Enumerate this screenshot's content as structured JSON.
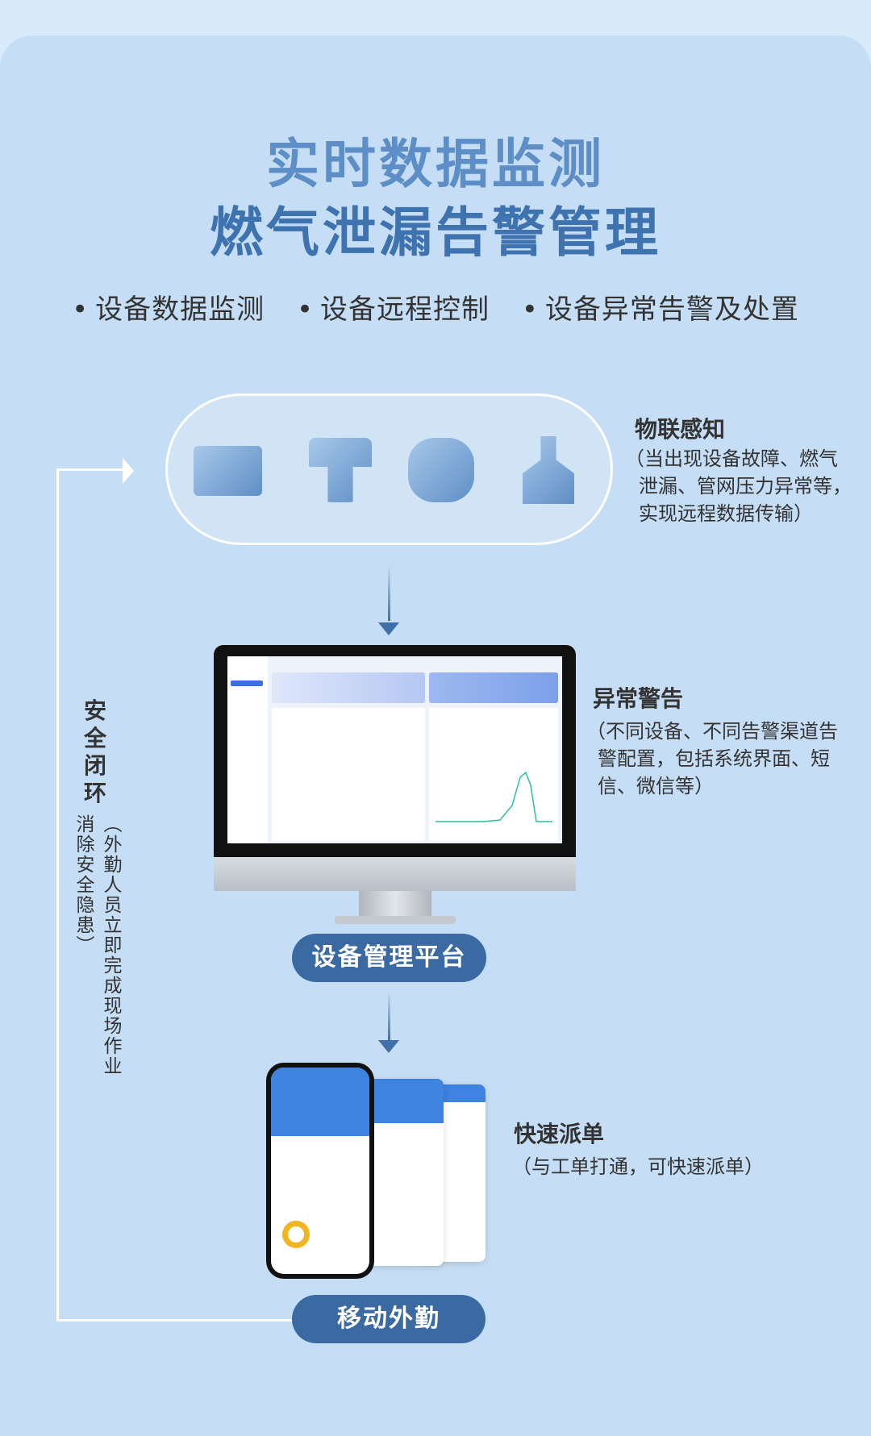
{
  "header": {
    "title_line1": "实时数据监测",
    "title_line2": "燃气泄漏告警管理",
    "features": [
      "设备数据监测",
      "设备远程控制",
      "设备异常告警及处置"
    ]
  },
  "iot": {
    "title": "物联感知",
    "desc_lines": [
      "（当出现设备故障、燃气",
      "泄漏、管网压力异常等，",
      "实现远程数据传输）"
    ]
  },
  "alarm": {
    "title": "异常警告",
    "desc_lines": [
      "（不同设备、不同告警渠道告",
      "警配置，包括系统界面、短",
      "信、微信等）"
    ]
  },
  "platform": {
    "badge": "设备管理平台"
  },
  "dispatch": {
    "title": "快速派单",
    "desc": "（与工单打通，可快速派单）"
  },
  "mobile": {
    "badge": "移动外勤"
  },
  "loop": {
    "title": "安全闭环",
    "col_outer": "（外勤人员立即完成现场作业",
    "col_inner": "消除安全隐患）"
  },
  "colors": {
    "accent": "#3b6aa3",
    "title_light": "#5d8fc6",
    "title_dark": "#3e73b0"
  }
}
